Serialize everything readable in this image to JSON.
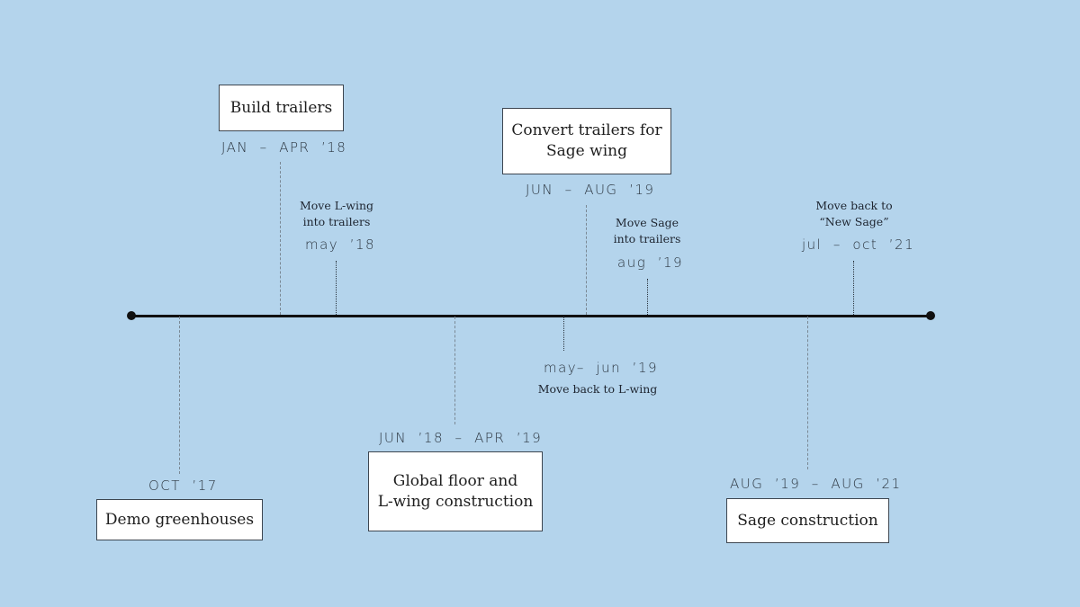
{
  "colors": {
    "background": "#b4d4ec",
    "box_fill": "#ffffff",
    "box_border": "#3d4650",
    "axis": "#111111"
  },
  "timeline": {
    "events_above": [
      {
        "title": "Build trailers",
        "date": "JAN  –  APR  ’18"
      },
      {
        "title": "Convert trailers for Sage wing",
        "title_lines": [
          "Convert trailers for",
          "Sage wing"
        ],
        "date": "JUN  –  AUG  ’19"
      }
    ],
    "milestones_above": [
      {
        "note_lines": [
          "Move L-wing",
          "into trailers"
        ],
        "date": "may  ’18"
      },
      {
        "note_lines": [
          "Move Sage",
          "into trailers"
        ],
        "date": "aug  ’19"
      },
      {
        "note_lines": [
          "Move back to",
          "“New Sage”"
        ],
        "date": "jul  –  oct  ’21"
      }
    ],
    "milestones_below": [
      {
        "note": "Move back to L-wing",
        "date": "may–  jun  ’19"
      }
    ],
    "events_below": [
      {
        "title": "Demo greenhouses",
        "date": "OCT  ’17"
      },
      {
        "title_lines": [
          "Global floor and",
          "L-wing construction"
        ],
        "date": "JUN  ’18  –  APR  ’19"
      },
      {
        "title": "Sage construction",
        "date": "AUG  ’19  –  AUG  ’21"
      }
    ]
  }
}
